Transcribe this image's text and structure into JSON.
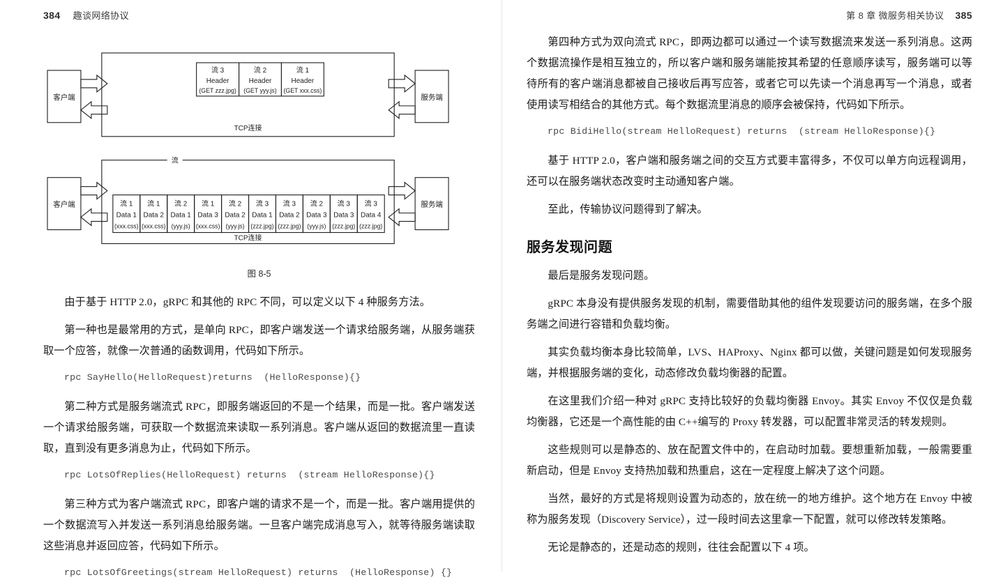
{
  "left_page": {
    "folio": "384",
    "running_title": "趣谈网络协议",
    "figure": {
      "caption": "图 8-5",
      "diagram_top": {
        "client_label": "客户端",
        "server_label": "服务端",
        "connection_label": "TCP连接",
        "frames": [
          {
            "stream": "流 3",
            "kind": "Header",
            "resource": "(GET zzz.jpg)"
          },
          {
            "stream": "流 2",
            "kind": "Header",
            "resource": "(GET yyy.js)"
          },
          {
            "stream": "流 1",
            "kind": "Header",
            "resource": "(GET xxx.css)"
          }
        ]
      },
      "diagram_bottom": {
        "client_label": "客户端",
        "server_label": "服务端",
        "connection_label": "TCP连接",
        "stream_label": "流",
        "frames": [
          {
            "stream": "流 1",
            "kind": "Data 1",
            "resource": "(xxx.css)"
          },
          {
            "stream": "流 1",
            "kind": "Data 2",
            "resource": "(xxx.css)"
          },
          {
            "stream": "流 2",
            "kind": "Data 1",
            "resource": "(yyy.js)"
          },
          {
            "stream": "流 1",
            "kind": "Data 3",
            "resource": "(xxx.css)"
          },
          {
            "stream": "流 2",
            "kind": "Data 2",
            "resource": "(yyy.js)"
          },
          {
            "stream": "流 3",
            "kind": "Data 1",
            "resource": "(zzz.jpg)"
          },
          {
            "stream": "流 3",
            "kind": "Data 2",
            "resource": "(zzz.jpg)"
          },
          {
            "stream": "流 2",
            "kind": "Data 3",
            "resource": "(yyy.js)"
          },
          {
            "stream": "流 3",
            "kind": "Data 3",
            "resource": "(zzz.jpg)"
          },
          {
            "stream": "流 3",
            "kind": "Data 4",
            "resource": "(zzz.jpg)"
          }
        ]
      }
    },
    "paragraphs": {
      "p1": "由于基于 HTTP 2.0，gRPC 和其他的 RPC 不同，可以定义以下 4 种服务方法。",
      "p2": "第一种也是最常用的方式，是单向 RPC，即客户端发送一个请求给服务端，从服务端获取一个应答，就像一次普通的函数调用，代码如下所示。",
      "code1": "rpc SayHello(HelloRequest)returns  (HelloResponse){}",
      "p3": "第二种方式是服务端流式 RPC，即服务端返回的不是一个结果，而是一批。客户端发送一个请求给服务端，可获取一个数据流来读取一系列消息。客户端从返回的数据流里一直读取，直到没有更多消息为止，代码如下所示。",
      "code2": "rpc LotsOfReplies(HelloRequest) returns  (stream HelloResponse){}",
      "p4": "第三种方式为客户端流式 RPC，即客户端的请求不是一个，而是一批。客户端用提供的一个数据流写入并发送一系列消息给服务端。一旦客户端完成消息写入，就等待服务端读取这些消息并返回应答，代码如下所示。",
      "code3": "rpc LotsOfGreetings(stream HelloRequest) returns  (HelloResponse) {}"
    }
  },
  "right_page": {
    "folio": "385",
    "running_title": "第 8 章   微服务相关协议",
    "paragraphs": {
      "p1": "第四种方式为双向流式 RPC，即两边都可以通过一个读写数据流来发送一系列消息。这两个数据流操作是相互独立的，所以客户端和服务端能按其希望的任意顺序读写，服务端可以等待所有的客户端消息都被自己接收后再写应答，或者它可以先读一个消息再写一个消息，或者使用读写相结合的其他方式。每个数据流里消息的顺序会被保持，代码如下所示。",
      "code1": "rpc BidiHello(stream HelloRequest) returns  (stream HelloResponse){}",
      "p2": "基于 HTTP 2.0，客户端和服务端之间的交互方式要丰富得多，不仅可以单方向远程调用，还可以在服务端状态改变时主动通知客户端。",
      "p3": "至此，传输协议问题得到了解决。",
      "section_title": "服务发现问题",
      "p4": "最后是服务发现问题。",
      "p5": "gRPC 本身没有提供服务发现的机制，需要借助其他的组件发现要访问的服务端，在多个服务端之间进行容错和负载均衡。",
      "p6": "其实负载均衡本身比较简单，LVS、HAProxy、Nginx 都可以做，关键问题是如何发现服务端，并根据服务端的变化，动态修改负载均衡器的配置。",
      "p7": "在这里我们介绍一种对 gRPC 支持比较好的负载均衡器 Envoy。其实 Envoy 不仅仅是负载均衡器，它还是一个高性能的由 C++编写的 Proxy 转发器，可以配置非常灵活的转发规则。",
      "p8": "这些规则可以是静态的、放在配置文件中的，在启动时加载。要想重新加载，一般需要重新启动，但是 Envoy 支持热加载和热重启，这在一定程度上解决了这个问题。",
      "p9": "当然，最好的方式是将规则设置为动态的，放在统一的地方维护。这个地方在 Envoy 中被称为服务发现（Discovery Service），过一段时间去这里拿一下配置，就可以修改转发策略。",
      "p10": "无论是静态的，还是动态的规则，往往会配置以下 4 项。"
    }
  }
}
